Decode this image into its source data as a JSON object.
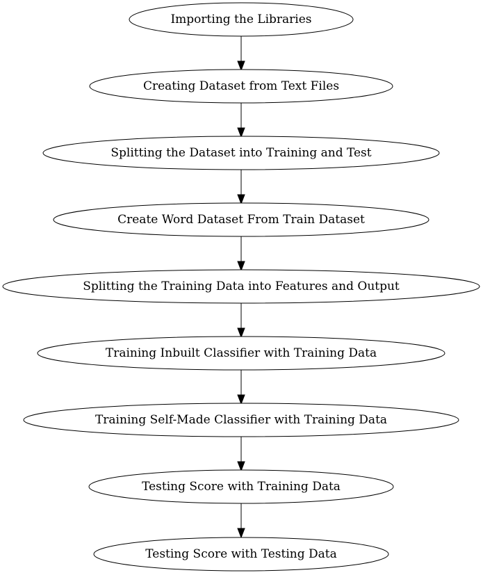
{
  "diagram": {
    "type": "flowchart",
    "direction": "top-to-bottom",
    "nodes": [
      {
        "id": "n1",
        "label": "Importing the Libraries"
      },
      {
        "id": "n2",
        "label": "Creating Dataset from Text Files"
      },
      {
        "id": "n3",
        "label": "Splitting the Dataset into Training and Test"
      },
      {
        "id": "n4",
        "label": "Create Word Dataset From Train Dataset"
      },
      {
        "id": "n5",
        "label": "Splitting the Training Data into Features and Output"
      },
      {
        "id": "n6",
        "label": "Training Inbuilt Classifier with Training Data"
      },
      {
        "id": "n7",
        "label": "Training Self-Made Classifier with Training Data"
      },
      {
        "id": "n8",
        "label": "Testing Score with Training Data"
      },
      {
        "id": "n9",
        "label": "Testing Score with Testing Data"
      }
    ],
    "edges": [
      {
        "from": "n1",
        "to": "n2"
      },
      {
        "from": "n2",
        "to": "n3"
      },
      {
        "from": "n3",
        "to": "n4"
      },
      {
        "from": "n4",
        "to": "n5"
      },
      {
        "from": "n5",
        "to": "n6"
      },
      {
        "from": "n6",
        "to": "n7"
      },
      {
        "from": "n7",
        "to": "n8"
      },
      {
        "from": "n8",
        "to": "n9"
      }
    ]
  }
}
